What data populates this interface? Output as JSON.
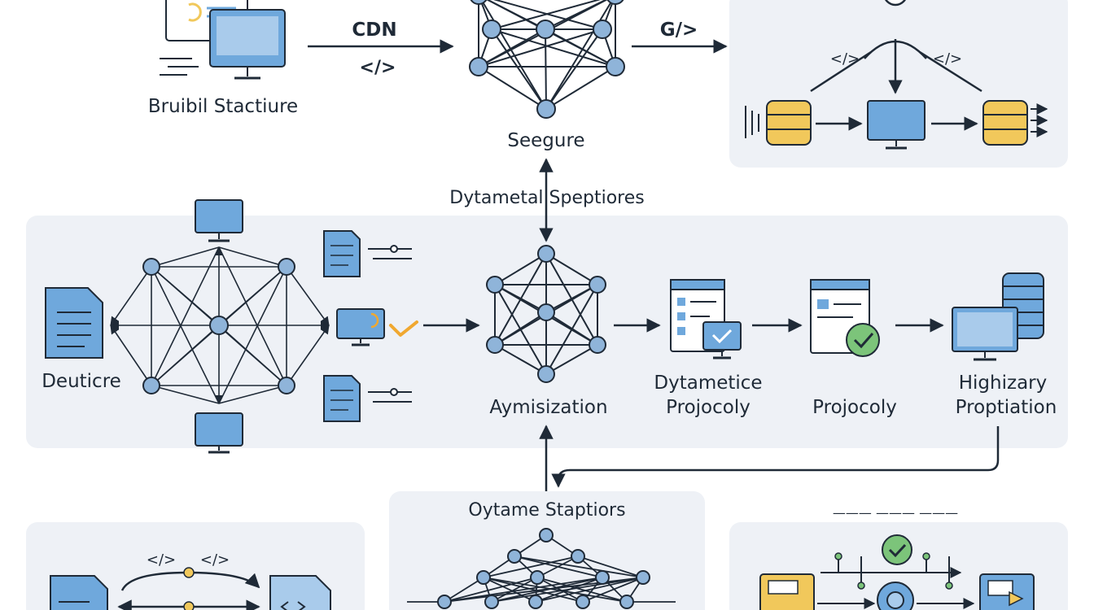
{
  "labels": {
    "build_structure": "Bruibil Stactiure",
    "cdn": "CDN",
    "code_tag": "</>",
    "g_tag": "G/>",
    "secure": "Seegure",
    "dytametal": "Dytametal Speptiores",
    "deuticre": "Deuticre",
    "aymisization": "Aymisization",
    "dytametice_1": "Dytametice",
    "dytametice_2": "Projocoly",
    "projocoly": "Projocoly",
    "highizary_1": "Highizary",
    "highizary_2": "Proptiation",
    "oytame": "Oytame Staptiors",
    "dash_text": "——— ——— ———"
  },
  "colors": {
    "panel": "#eef1f6",
    "line": "#1f2a37",
    "node_fill": "#8fb4d9",
    "screen": "#6fa8dc",
    "doc": "#6fa8dc",
    "db": "#f1c85b",
    "check": "#7cc47a",
    "accent_orange": "#f0a830"
  },
  "icons": [
    "monitor-icon",
    "document-icon",
    "database-icon",
    "check-icon",
    "code-icon",
    "network-icon"
  ]
}
